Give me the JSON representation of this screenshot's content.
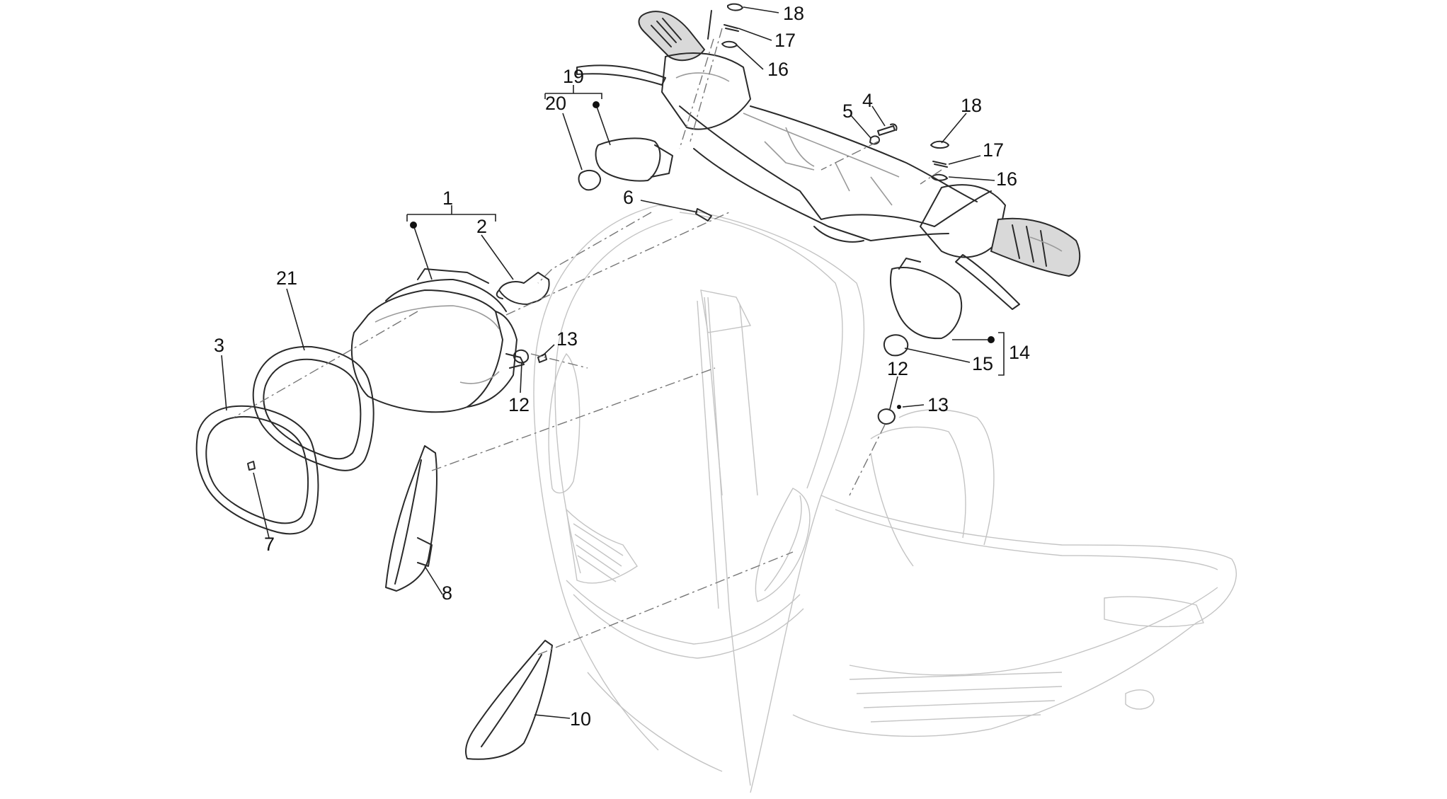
{
  "callouts": {
    "c1": "1",
    "c2": "2",
    "c3": "3",
    "c4": "4",
    "c5": "5",
    "c6": "6",
    "c7": "7",
    "c8": "8",
    "c10": "10",
    "c12a": "12",
    "c12b": "12",
    "c13a": "13",
    "c13b": "13",
    "c14": "14",
    "c15": "15",
    "c16a": "16",
    "c16b": "16",
    "c17a": "17",
    "c17b": "17",
    "c18a": "18",
    "c18b": "18",
    "c19": "19",
    "c20": "20",
    "c21": "21"
  },
  "colors": {
    "line": "#2a2a2a",
    "ghost_body": "#c4c4c4",
    "background": "#ffffff"
  }
}
